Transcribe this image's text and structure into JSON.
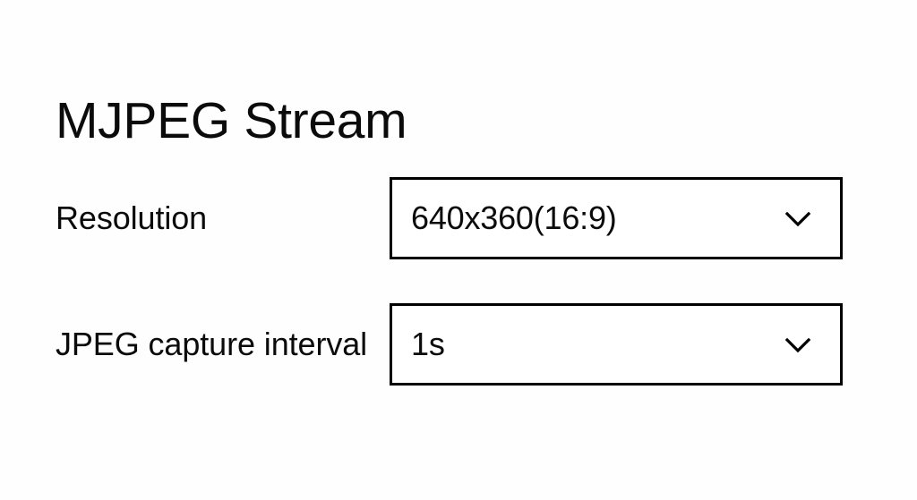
{
  "page": {
    "title": "MJPEG Stream",
    "background_color": "#fefeff",
    "text_color": "#0b0b0b",
    "border_color": "#000000"
  },
  "form": {
    "fields": [
      {
        "label": "Resolution",
        "value": "640x360(16:9)",
        "icon": "chevron-down-icon"
      },
      {
        "label": "JPEG capture interval",
        "value": "1s",
        "icon": "chevron-down-icon"
      }
    ]
  }
}
